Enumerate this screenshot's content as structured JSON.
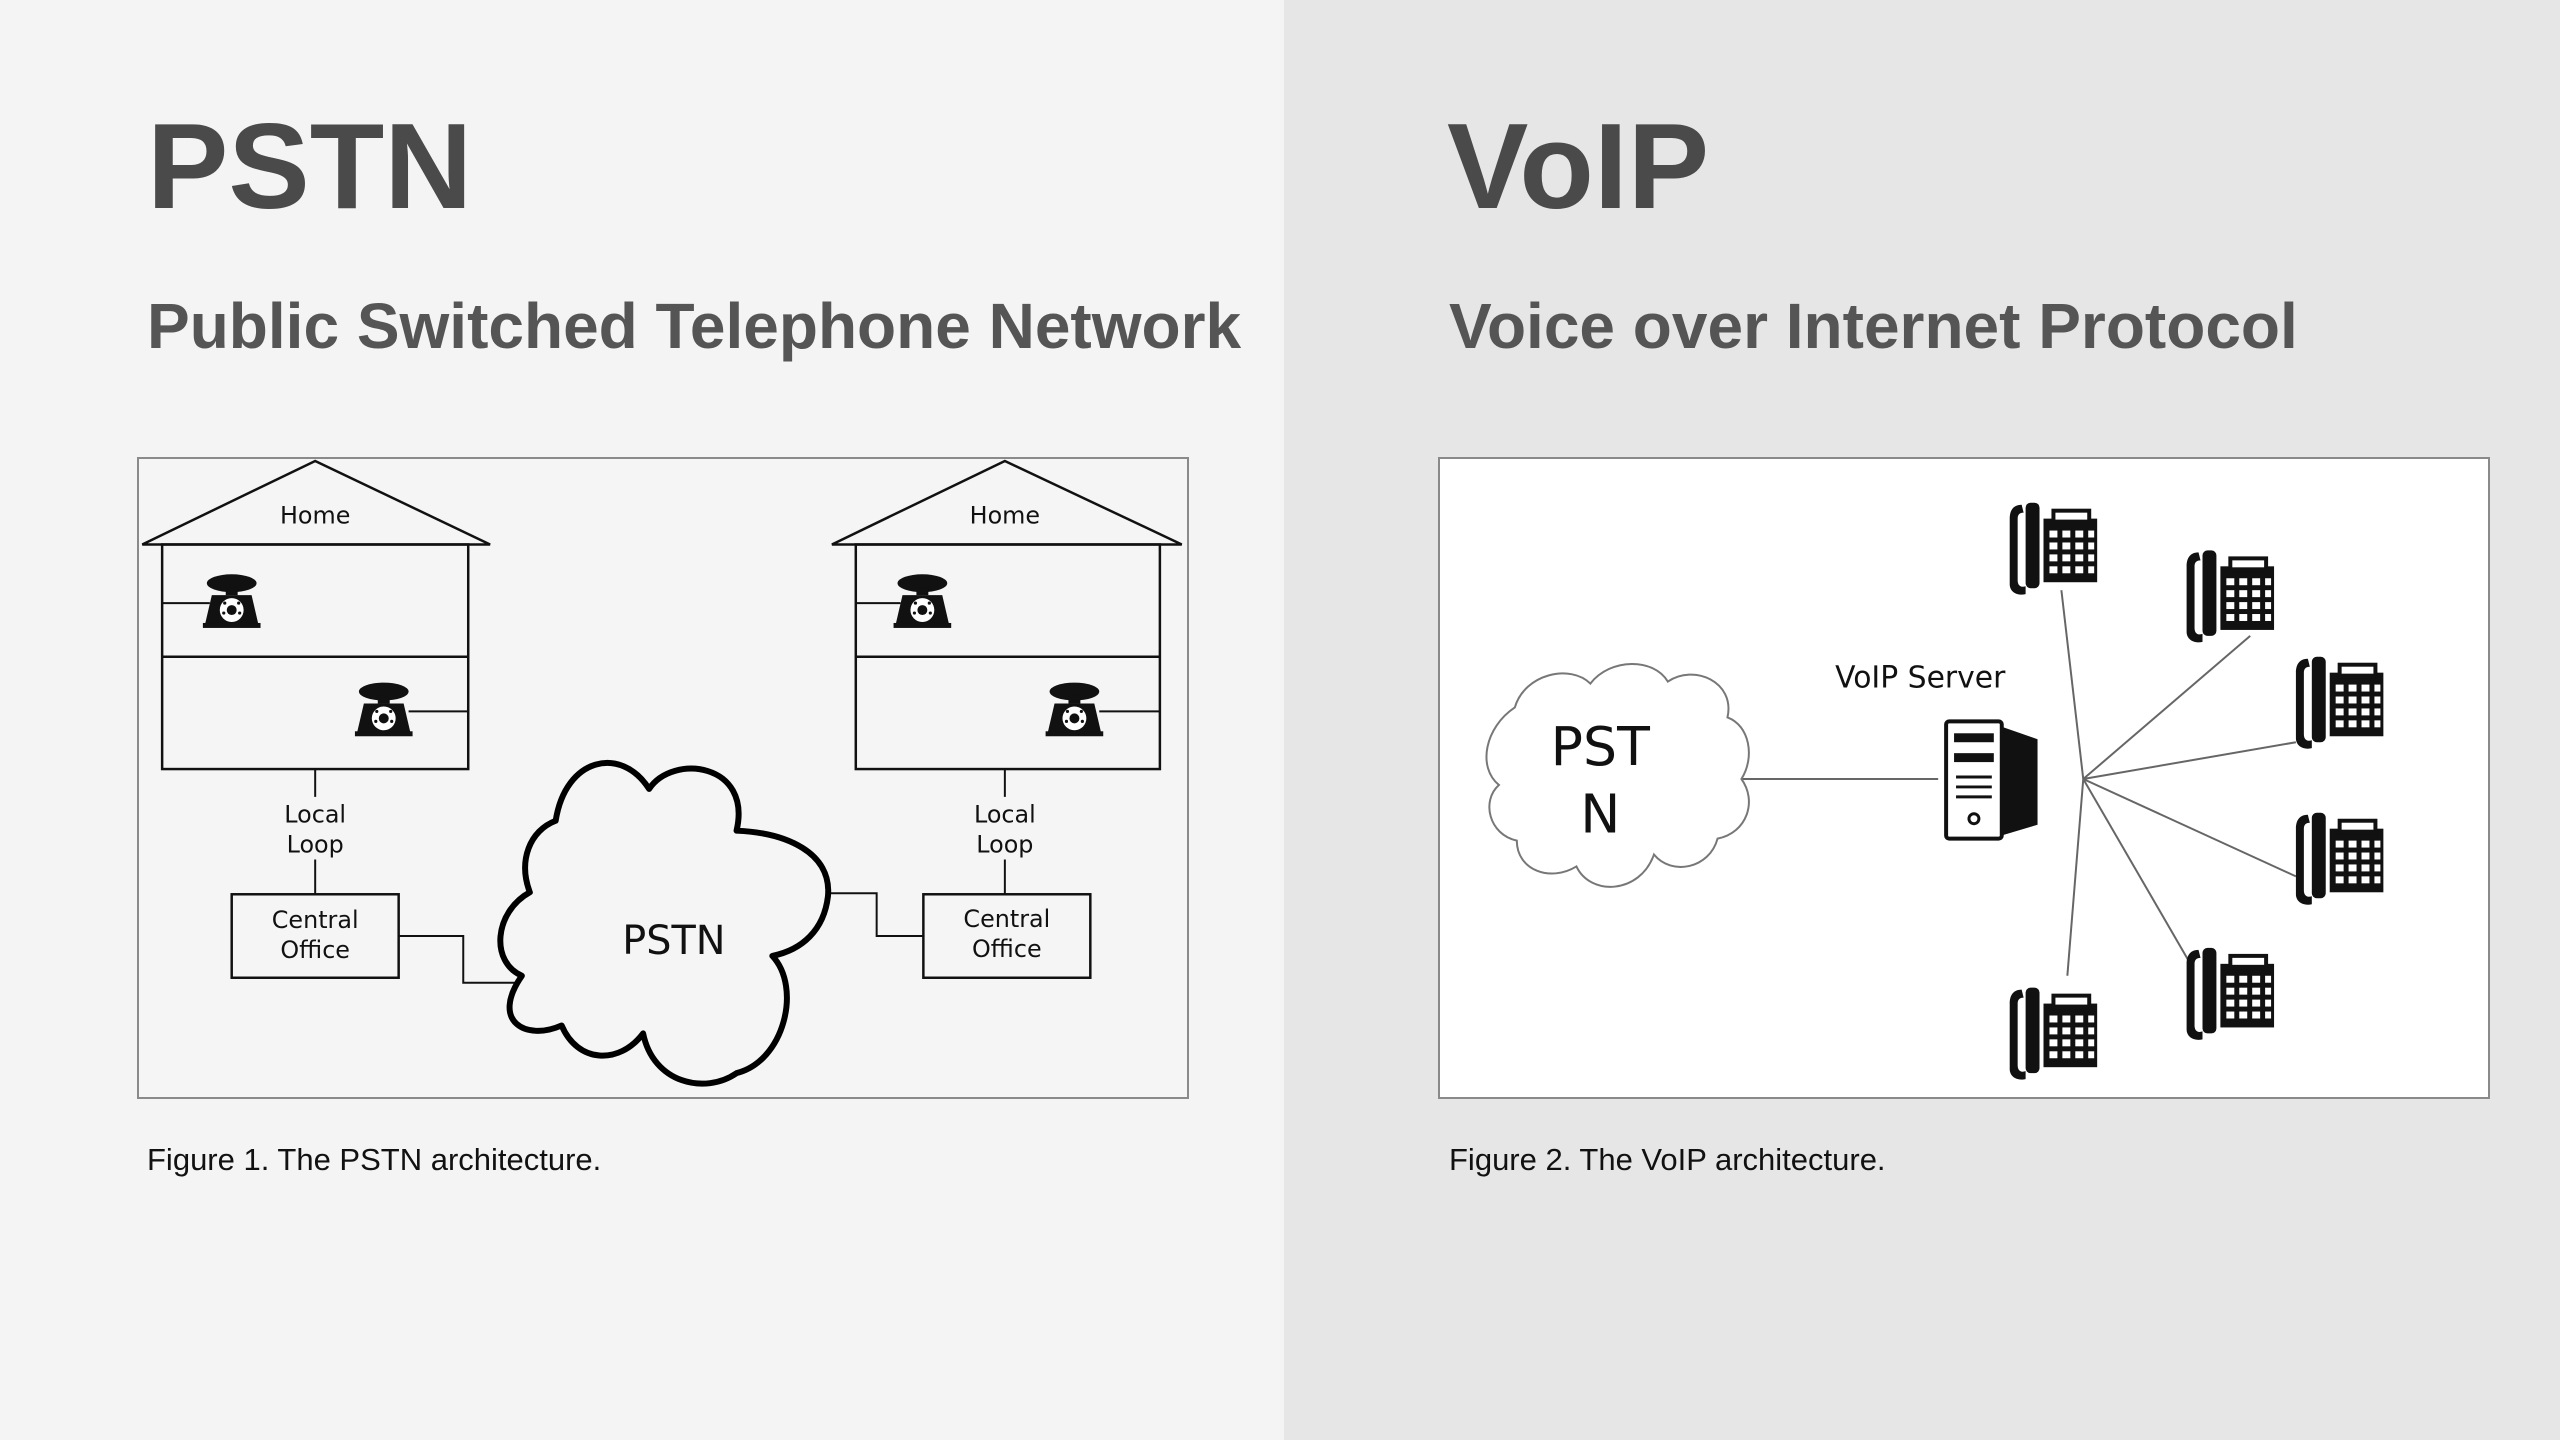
{
  "left": {
    "title": "PSTN",
    "subtitle": "Public Switched Telephone Network",
    "caption": "Figure 1. The PSTN architecture.",
    "diagram": {
      "home_left_label": "Home",
      "home_right_label": "Home",
      "local_loop_left": [
        "Local",
        "Loop"
      ],
      "local_loop_right": [
        "Local",
        "Loop"
      ],
      "central_office_left": [
        "Central",
        "Office"
      ],
      "central_office_right": [
        "Central",
        "Office"
      ],
      "cloud_label": "PSTN",
      "icons": [
        "house-icon",
        "rotary-telephone-icon",
        "cloud-icon"
      ]
    }
  },
  "right": {
    "title": "VoIP",
    "subtitle": "Voice over Internet Protocol",
    "caption": "Figure 2. The VoIP architecture.",
    "diagram": {
      "cloud_label": [
        "PST",
        "N"
      ],
      "server_label": "VoIP Server",
      "icons": [
        "cloud-icon",
        "server-tower-icon",
        "desk-phone-icon"
      ]
    }
  }
}
